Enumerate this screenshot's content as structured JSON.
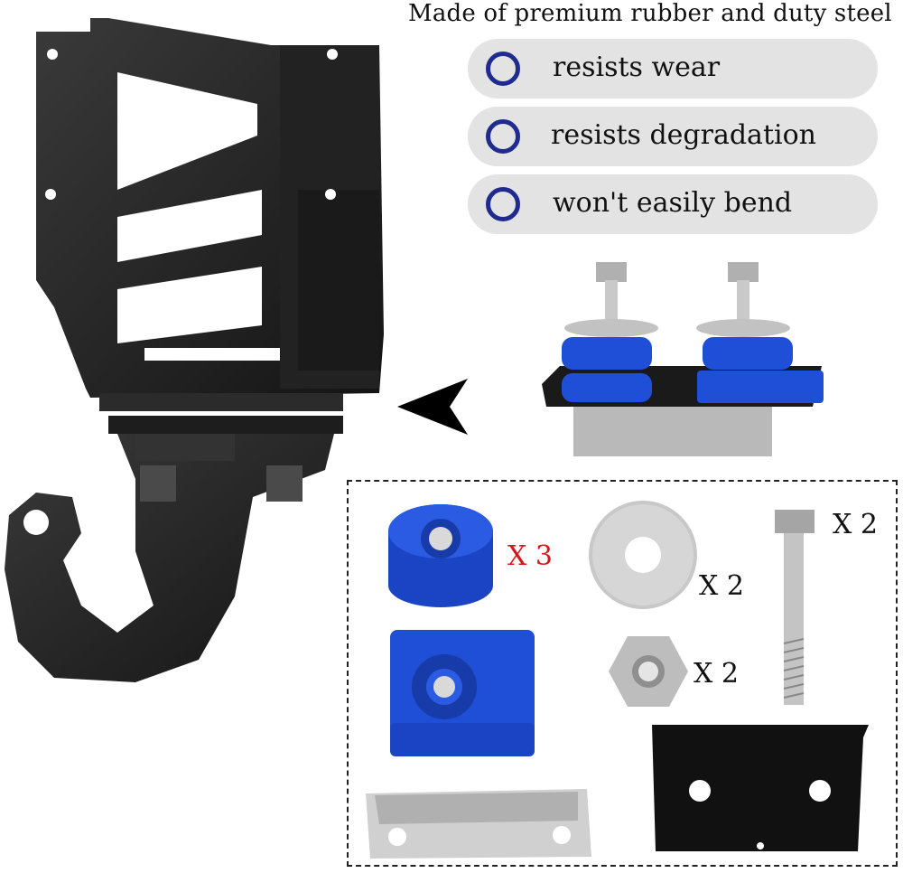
{
  "headline": "Made of premium rubber and duty steel",
  "features": [
    {
      "label": "resists wear",
      "icon": "ring-icon"
    },
    {
      "label": "resists degradation",
      "icon": "ring-icon"
    },
    {
      "label": "won't easily bend",
      "icon": "ring-icon"
    }
  ],
  "colors": {
    "ring": "#1f2b8f",
    "bushing": "#1e4fd6",
    "pill_bg": "#e3e3e3",
    "qty_highlight": "#d11a1a"
  },
  "kit": {
    "round_bushing_qty": "X 3",
    "washer_qty": "X 2",
    "bolt_qty": "X 2",
    "nut_qty": "X 2"
  }
}
